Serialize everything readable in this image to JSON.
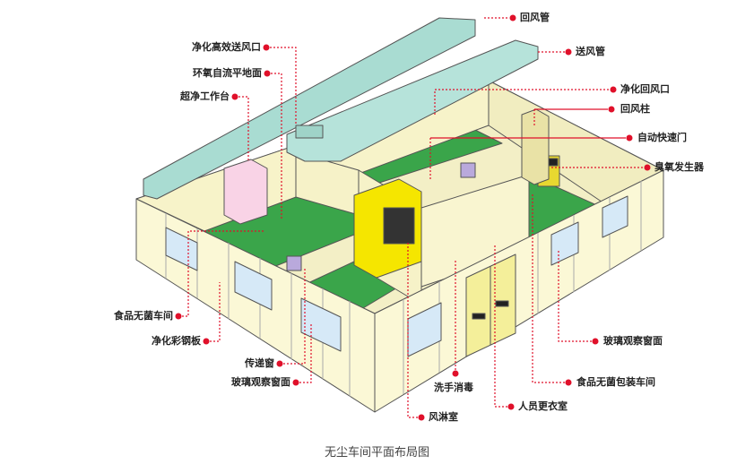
{
  "title": "无尘车间平面布局图",
  "colors": {
    "wall": "#fbf8d6",
    "floor_green": "#3aa54a",
    "duct": "#a9dcd2",
    "window": "#d6e9f7",
    "leader": "#e0102a",
    "shower": "#f5e600"
  },
  "labels": {
    "return_duct": "回风管",
    "supply_duct": "送风管",
    "return_vent": "净化回风口",
    "return_column": "回风柱",
    "fast_door": "自动快速门",
    "ozone_generator": "臭氧发生器",
    "hepa_outlet": "净化高效送风口",
    "epoxy_floor": "环氧自流平地面",
    "clean_bench": "超净工作台",
    "food_workshop": "食品无菌车间",
    "steel_panel": "净化彩钢板",
    "pass_box": "传递窗",
    "glass_window_left": "玻璃观察窗面",
    "hand_wash": "洗手消毒",
    "air_shower": "风淋室",
    "changing_room": "人员更衣室",
    "packaging_workshop": "食品无菌包装车间",
    "glass_window_right": "玻璃观察窗面"
  }
}
